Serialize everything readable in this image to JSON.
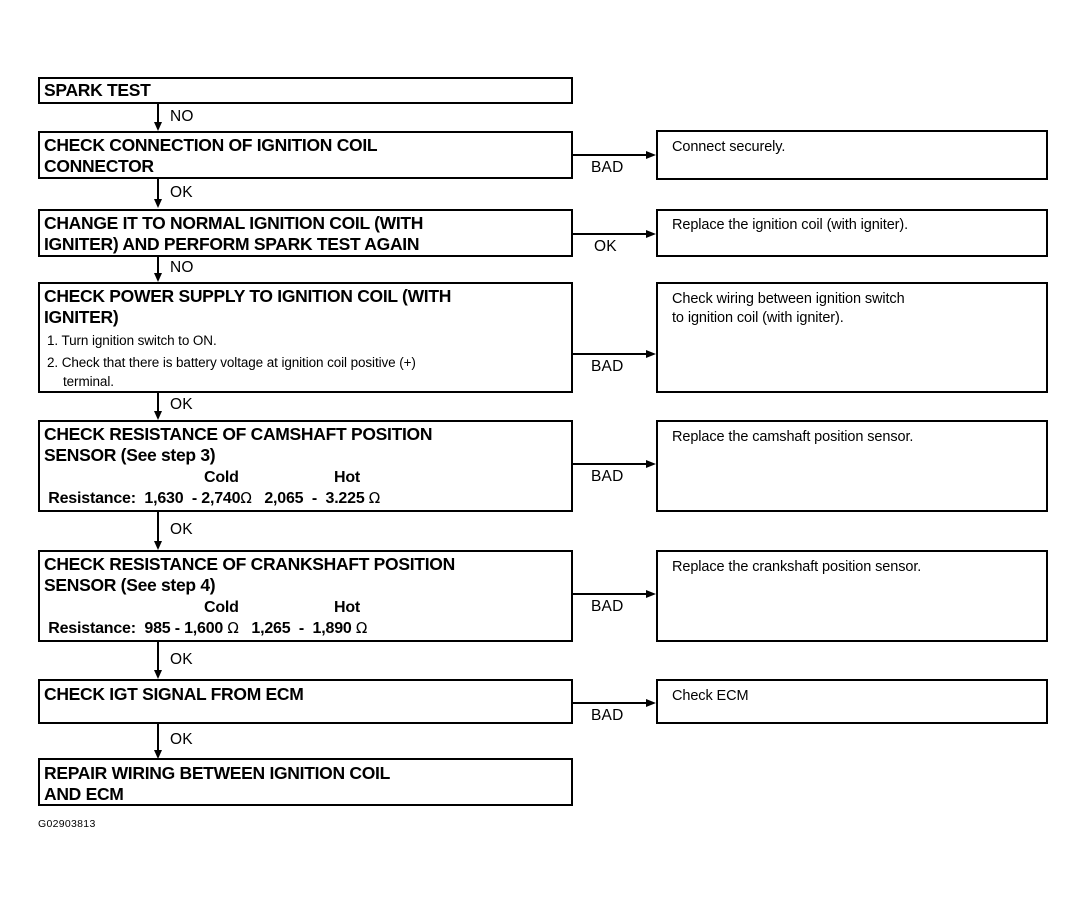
{
  "figure": {
    "id_label": "G02903813",
    "title": "SPARK TEST troubleshooting flowchart"
  },
  "colors": {
    "background": "#ffffff",
    "line": "#000000",
    "text": "#000000"
  },
  "steps": [
    {
      "key": "spark-test",
      "title": "SPARK TEST",
      "out_label": "NO"
    },
    {
      "key": "check-connection",
      "title": "CHECK CONNECTION OF IGNITION COIL\nCONNECTOR",
      "out_label": "OK",
      "branch_label": "BAD"
    },
    {
      "key": "change-coil",
      "title": "CHANGE IT TO NORMAL IGNITION COIL (WITH\nIGNITER) AND PERFORM SPARK TEST AGAIN",
      "out_label": "NO",
      "branch_label": "OK"
    },
    {
      "key": "check-power-supply",
      "title": "CHECK POWER SUPPLY TO IGNITION COIL (WITH\nIGNITER)",
      "substeps": [
        {
          "num": "1.",
          "text": "Turn ignition switch to ON."
        },
        {
          "num": "2.",
          "text": "Check that there is battery voltage at ignition coil positive (+)",
          "cont": "terminal."
        }
      ],
      "out_label": "OK",
      "branch_label": "BAD"
    },
    {
      "key": "check-camshaft-sensor",
      "title": "CHECK RESISTANCE OF CAMSHAFT POSITION\nSENSOR (See step 3)",
      "resistance": {
        "row_label": "Resistance:",
        "col_cold": "Cold",
        "col_hot": "Hot",
        "cold_value": "1,630  - 2,740",
        "hot_value": "2,065  -  3.225",
        "unit": "Ω"
      },
      "out_label": "OK",
      "branch_label": "BAD"
    },
    {
      "key": "check-crankshaft-sensor",
      "title": "CHECK RESISTANCE OF CRANKSHAFT POSITION\nSENSOR (See step 4)",
      "resistance": {
        "row_label": "Resistance:",
        "col_cold": "Cold",
        "col_hot": "Hot",
        "cold_value": "985 - 1,600",
        "hot_value": "1,265  -  1,890",
        "unit": "Ω"
      },
      "out_label": "OK",
      "branch_label": "BAD"
    },
    {
      "key": "check-igt-signal",
      "title": "CHECK IGT SIGNAL FROM ECM",
      "out_label": "OK",
      "branch_label": "BAD"
    },
    {
      "key": "repair-wiring",
      "title": "REPAIR WIRING BETWEEN IGNITION COIL\nAND ECM"
    }
  ],
  "results": [
    {
      "key": "connect-securely",
      "text": "Connect securely."
    },
    {
      "key": "replace-ignition-coil",
      "text": "Replace the ignition coil (with igniter)."
    },
    {
      "key": "check-wiring",
      "text": "Check wiring between ignition switch\nto ignition coil (with igniter)."
    },
    {
      "key": "replace-camshaft-sensor",
      "text": "Replace the camshaft position sensor."
    },
    {
      "key": "replace-crankshaft-sensor",
      "text": "Replace the crankshaft position sensor."
    },
    {
      "key": "check-ecm",
      "text": "Check ECM"
    }
  ]
}
